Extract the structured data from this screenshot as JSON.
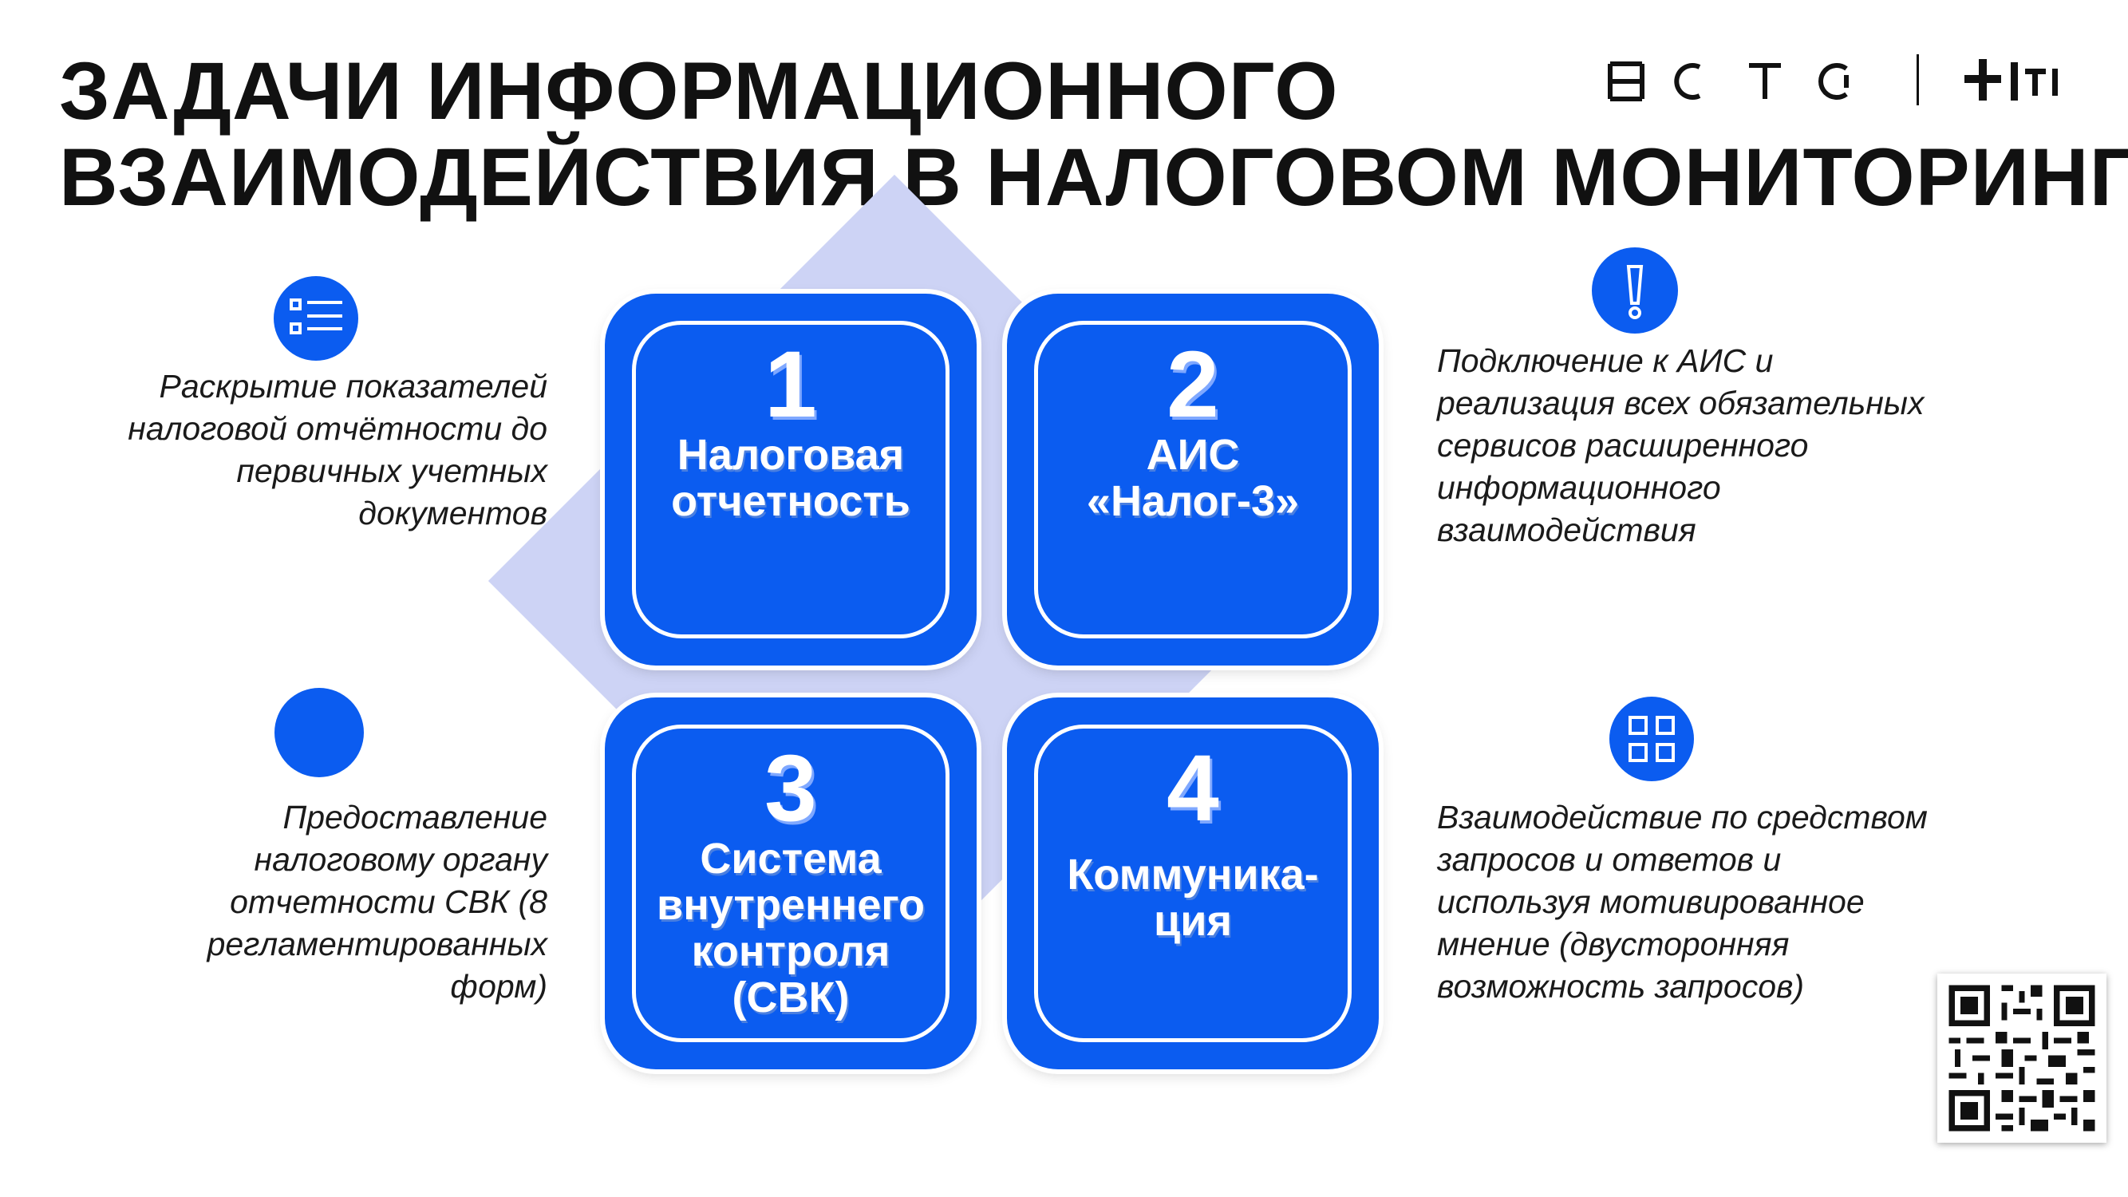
{
  "title": {
    "line1": "ЗАДАЧИ ИНФОРМАЦИОННОГО",
    "line2": "ВЗАИМОДЕЙСТВИЯ В НАЛОГОВОМ МОНИТОРИНГЕ"
  },
  "logos": [
    {
      "name": "hota-logo"
    },
    {
      "name": "t1-logo"
    }
  ],
  "tiles": [
    {
      "number": "1",
      "label": "Налоговая\nотчетность"
    },
    {
      "number": "2",
      "label": "АИС\n«Налог-3»"
    },
    {
      "number": "3",
      "label": "Система\nвнутреннего\nконтроля\n(СВК)"
    },
    {
      "number": "4",
      "label": "Коммуника-\nция"
    }
  ],
  "descriptions": {
    "top_left": "Раскрытие показателей\nналоговой отчётности до\nпервичных учетных\nдокументов",
    "top_right": "Подключение к АИС и\nреализация всех обязательных\nсервисов расширенного\nинформационного\nвзаимодействия",
    "bottom_left": "Предоставление\nналоговому органу\nотчетности СВК (8\nрегламентированных\nформ)",
    "bottom_right": "Взаимодействие по средством\nзапросов и ответов и\nиспользуя мотивированное\nмнение (двусторонняя\nвозможность запросов)"
  },
  "icons": {
    "top_left": "list-icon",
    "top_right": "exclamation-icon",
    "bottom_left": "circle-icon",
    "bottom_right": "grid-icon"
  },
  "colors": {
    "accent": "#0b5cf0",
    "diamond": "#cdd3f5",
    "text": "#111111"
  }
}
